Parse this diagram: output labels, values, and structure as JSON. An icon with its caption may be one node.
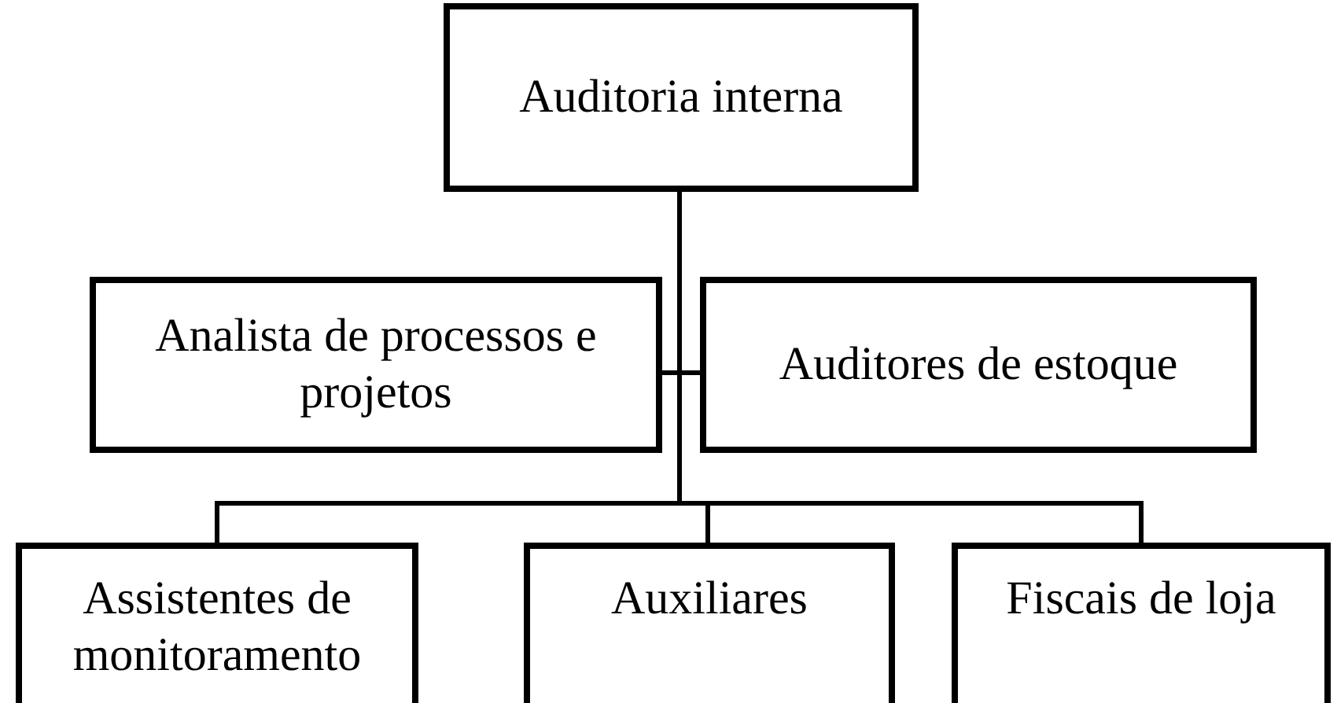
{
  "diagram": {
    "nodes": [
      {
        "text": [
          "Auditoria interna"
        ]
      },
      {
        "text": [
          "Analista de processos e projetos"
        ]
      },
      {
        "text": [
          "Auditores de estoque"
        ]
      },
      {
        "text": [
          "Assistentes de monitoramento"
        ]
      },
      {
        "text": [
          "Auxiliares"
        ]
      },
      {
        "text": [
          "Fiscais de loja"
        ]
      }
    ],
    "edges": [
      {
        "from": 0,
        "to": 1,
        "arrow": "none"
      },
      {
        "from": 0,
        "to": 2,
        "arrow": "none"
      },
      {
        "from": 0,
        "to": 3,
        "arrow": "none"
      },
      {
        "from": 0,
        "to": 4,
        "arrow": "none"
      },
      {
        "from": 0,
        "to": 5,
        "arrow": "none"
      }
    ]
  }
}
